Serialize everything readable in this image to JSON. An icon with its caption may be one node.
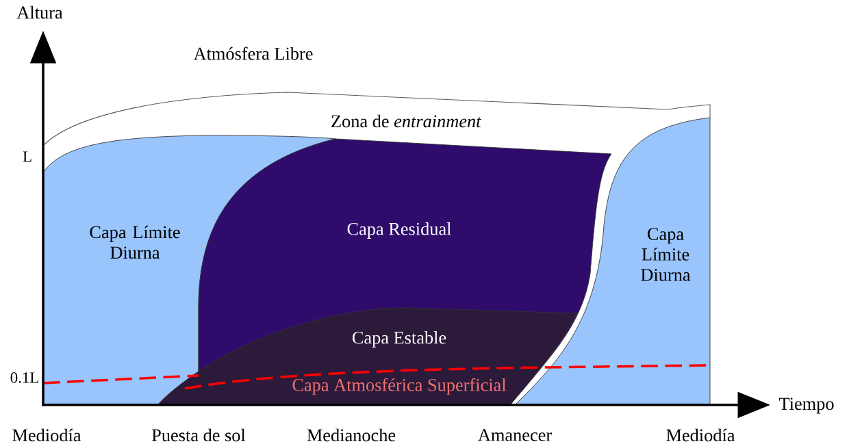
{
  "diagram": {
    "nodes": [
      {
        "text": [
          "Zona de *entrainment*"
        ]
      },
      {
        "text": [
          "Capa Límite Diurna"
        ]
      },
      {
        "text": [
          "Capa Residual"
        ]
      },
      {
        "text": [
          "Capa Estable"
        ]
      },
      {
        "text": [
          "Capa Límite Diurna"
        ]
      }
    ],
    "labels": [
      "Altura",
      "Atmósfera Libre",
      "L",
      "0.1L",
      "Capa Atmosférica Superficial",
      "Tiempo",
      "Mediodía",
      "Puesta de sol",
      "Medianoche",
      "Amanecer",
      "Mediodía"
    ]
  }
}
